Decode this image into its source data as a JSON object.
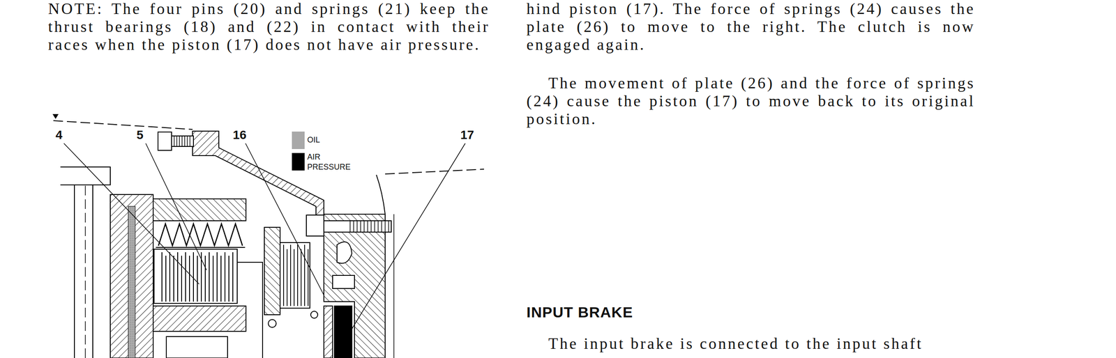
{
  "diagram": {
    "labels": [
      "NOTE: The four pins (20) and springs (21) keep the thrust bearings (18) and (22) in contact with their races when the piston (17) does not have air pressure.",
      "hind piston (17). The force of springs (24) causes the plate (26) to move to the right. The clutch is now engaged again.",
      "The movement of plate (26) and the force of springs (24) cause the piston (17) to move back to its original position.",
      "INPUT BRAKE",
      "The input brake is connected to the input shaft",
      "4",
      "5",
      "16",
      "17"
    ],
    "legend": [
      {
        "text": "OIL",
        "color": "#a8a8a8"
      },
      {
        "text": "AIR PRESSURE",
        "color": "#000000"
      }
    ]
  }
}
